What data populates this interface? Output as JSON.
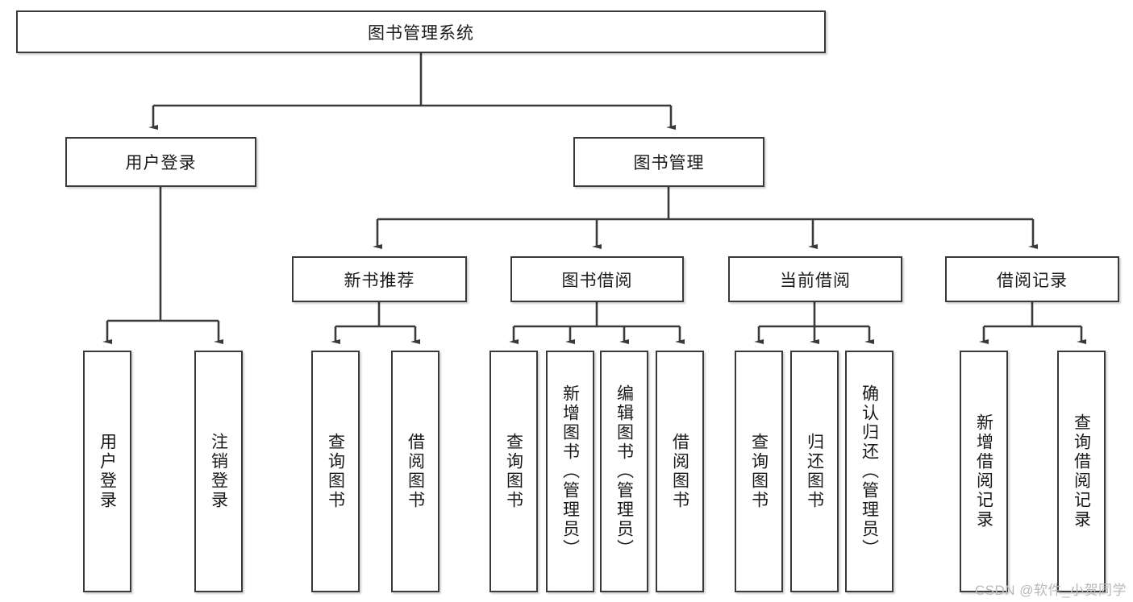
{
  "diagram": {
    "title": "图书管理系统",
    "watermark": "CSDN @软件_小贺同学",
    "line_color": "#3a3a3a",
    "box_border_color": "#3a3a3a",
    "background": "#ffffff",
    "nodes": {
      "root": {
        "label": "图书管理系统"
      },
      "level2": [
        {
          "label": "用户登录"
        },
        {
          "label": "图书管理"
        }
      ],
      "level3": [
        {
          "label": "新书推荐"
        },
        {
          "label": "图书借阅"
        },
        {
          "label": "当前借阅"
        },
        {
          "label": "借阅记录"
        }
      ],
      "leaves": {
        "user_login": [
          {
            "label": "用户登录"
          },
          {
            "label": "注销登录"
          }
        ],
        "new_book": [
          {
            "label": "查询图书"
          },
          {
            "label": "借阅图书"
          }
        ],
        "book_borrow": [
          {
            "label": "查询图书"
          },
          {
            "label": "新增图书（管理员）"
          },
          {
            "label": "编辑图书（管理员）"
          },
          {
            "label": "借阅图书"
          }
        ],
        "current_borrow": [
          {
            "label": "查询图书"
          },
          {
            "label": "归还图书"
          },
          {
            "label": "确认归还（管理员）"
          }
        ],
        "borrow_record": [
          {
            "label": "新增借阅记录"
          },
          {
            "label": "查询借阅记录"
          }
        ]
      }
    }
  }
}
